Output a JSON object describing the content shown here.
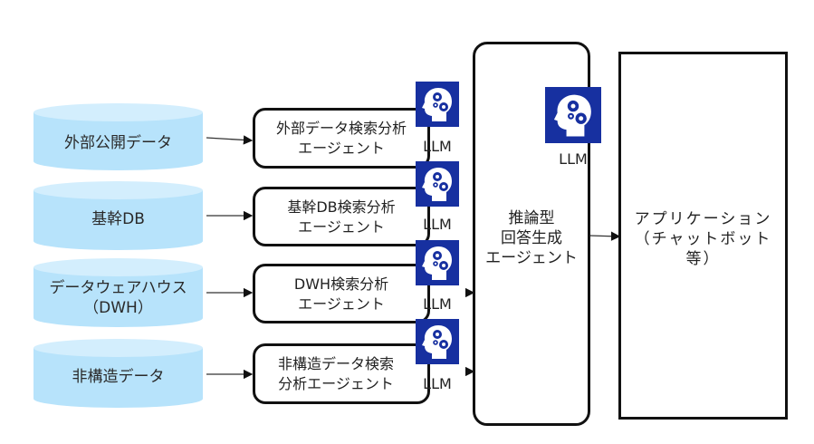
{
  "data_sources": [
    {
      "label": "外部公開データ"
    },
    {
      "label": "基幹DB"
    },
    {
      "label": "データウェアハウス\n（DWH）",
      "line1": "データウェアハウス",
      "line2": "（DWH）"
    },
    {
      "label": "非構造データ"
    }
  ],
  "agents": [
    {
      "line1": "外部データ検索分析",
      "line2": "エージェント",
      "llm": "LLM"
    },
    {
      "line1": "基幹DB検索分析",
      "line2": "エージェント",
      "llm": "LLM"
    },
    {
      "line1": "DWH検索分析",
      "line2": "エージェント",
      "llm": "LLM"
    },
    {
      "line1": "非構造データ検索",
      "line2": "分析エージェント",
      "llm": "LLM"
    }
  ],
  "reasoning_agent": {
    "line1": "推論型",
    "line2": "回答生成",
    "line3": "エージェント",
    "llm": "LLM"
  },
  "application": {
    "line1": "アプリケーション",
    "line2": "（チャットボット",
    "line3": "等）"
  },
  "colors": {
    "cylinder_body": "#b7e3fb",
    "cylinder_top": "#d3eefd",
    "llm_icon_bg": "#1730a0",
    "stroke": "#111111"
  }
}
